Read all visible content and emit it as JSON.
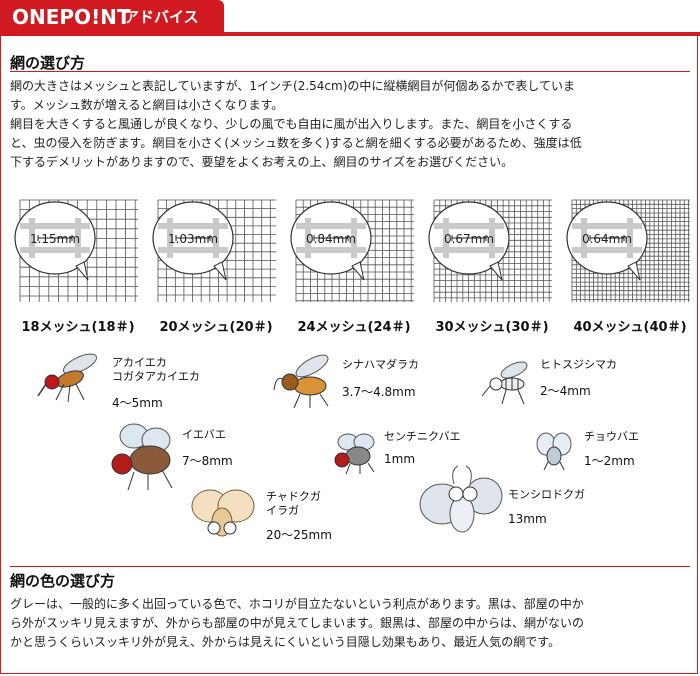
{
  "header": {
    "brand": "ONEPO!NT",
    "subtitle": "アドバイス"
  },
  "mesh_section": {
    "title": "網の選び方",
    "lines": [
      "網の大きさはメッシュと表記していますが、1インチ(2.54cm)の中に縦横網目が何個あるかで表していま",
      "す。メッシュ数が増えると網目は小さくなります。",
      "網目を大きくすると風通しが良くなり、少しの風でも自由に風が出入りします。また、網目を小さくする",
      "と、虫の侵入を防ぎます。網目を小さく(メッシュ数を多く)すると網を細くする必要があるため、強度は低",
      "下するデメリットがありますので、要望をよくお考えの上、網目のサイズをお選びください。"
    ],
    "meshes": [
      {
        "size": "1.15mm",
        "label": "18メッシュ(18＃)",
        "count": 18
      },
      {
        "size": "1.03mm",
        "label": "20メッシュ(20＃)",
        "count": 20
      },
      {
        "size": "0.84mm",
        "label": "24メッシュ(24＃)",
        "count": 24
      },
      {
        "size": "0.67mm",
        "label": "30メッシュ(30＃)",
        "count": 30
      },
      {
        "size": "0.64mm",
        "label": "40メッシュ(40＃)",
        "count": 40
      }
    ]
  },
  "insects": [
    {
      "name": "アカイエカ\nコガタアカイエカ",
      "size": "4〜5mm",
      "icon": "mosquito-icon"
    },
    {
      "name": "シナハマダラカ",
      "size": "3.7〜4.8mm",
      "icon": "anopheles-icon"
    },
    {
      "name": "ヒトスジシマカ",
      "size": "2〜4mm",
      "icon": "tiger-mosquito-icon"
    },
    {
      "name": "イエバエ",
      "size": "7〜8mm",
      "icon": "housefly-icon"
    },
    {
      "name": "センチニクバエ",
      "size": "1mm",
      "icon": "flesh-fly-icon"
    },
    {
      "name": "チョウバエ",
      "size": "1〜2mm",
      "icon": "moth-fly-icon"
    },
    {
      "name": "チャドクガ\nイラガ",
      "size": "20〜25mm",
      "icon": "tussock-moth-icon"
    },
    {
      "name": "モンシロドクガ",
      "size": "13mm",
      "icon": "white-moth-icon"
    }
  ],
  "color_section": {
    "title": "網の色の選び方",
    "lines": [
      "グレーは、一般的に多く出回っている色で、ホコリが目立たないという利点があります。黒は、部屋の中か",
      "ら外がスッキリ見えますが、外からも部屋の中が見えてしまいます。銀黒は、部屋の中からは、網がないの",
      "かと思うくらいスッキリ外が見え、外からは見えにくいという目隠し効果もあり、最近人気の網です。"
    ]
  },
  "colors": {
    "accent": "#d11920"
  }
}
